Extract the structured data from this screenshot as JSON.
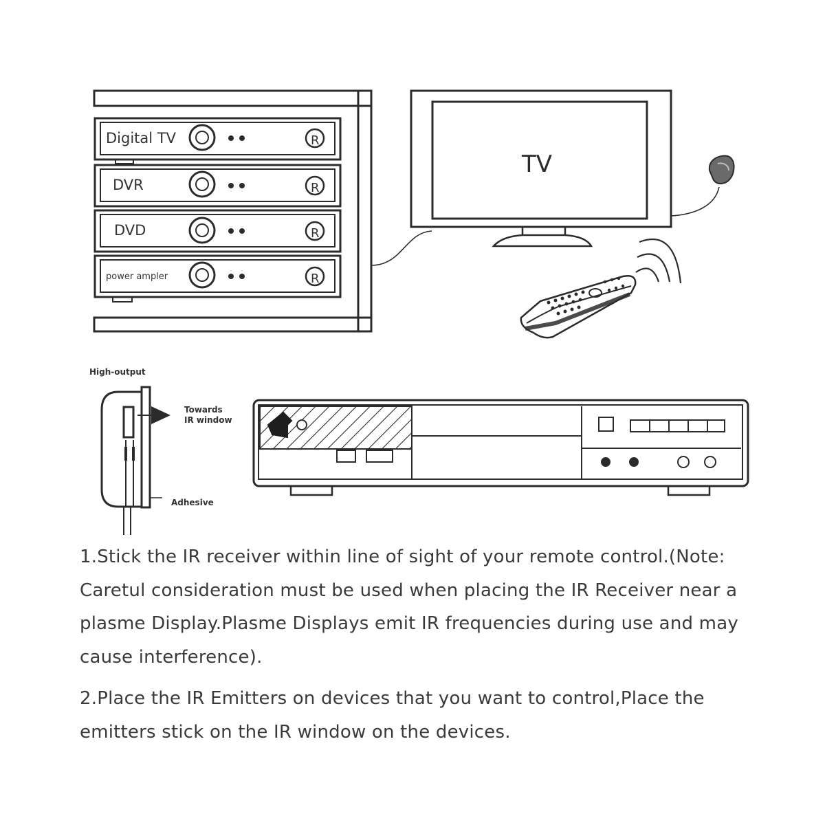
{
  "devices": [
    {
      "label": "Digital TV"
    },
    {
      "label": "DVR"
    },
    {
      "label": "DVD"
    },
    {
      "label": "power ampler"
    }
  ],
  "device_button_glyph": "R",
  "tv": {
    "label": "TV"
  },
  "emitter_detail": {
    "high_output": "High-output",
    "towards_line1": "Towards",
    "towards_line2": "IR window",
    "adhesive": "Adhesive"
  },
  "instructions": [
    "1.Stick the IR receiver within line of sight of your remote control.(Note: Caretul consideration must be used when placing the IR Receiver near a plasme Display.Plasme Displays emit IR frequencies during use and may cause interference).",
    "2.Place the IR Emitters on devices that you want to control,Place the emitters stick on the IR window on the devices."
  ],
  "colors": {
    "line": "#2b2b2b",
    "text": "#3a3a3a",
    "receiver": "#6a6a6a"
  }
}
